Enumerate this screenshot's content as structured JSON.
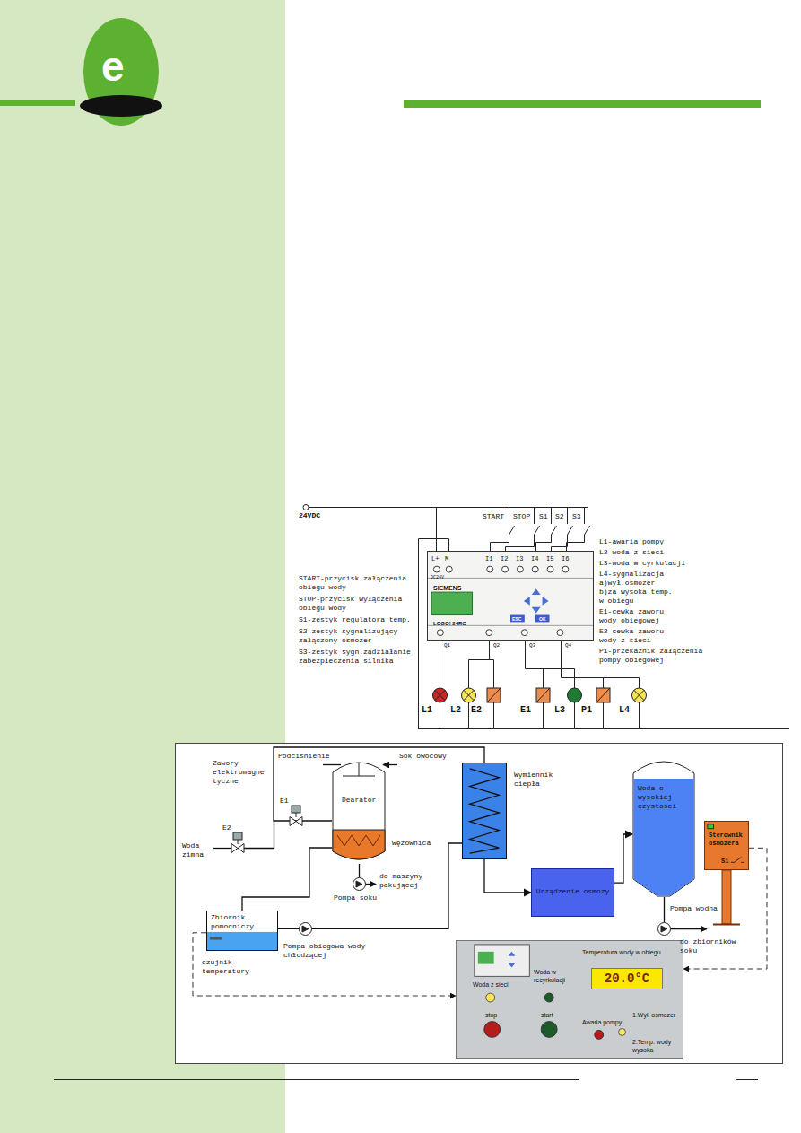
{
  "diagram": {
    "nodes": [
      {
        "text": [
          "SIEMENS",
          "LOGO! 24RC"
        ]
      },
      {
        "text": [
          "Dearator"
        ]
      },
      {
        "text": [
          "Wymiennik ciepła"
        ]
      },
      {
        "text": [
          "Urządzenie osmozy"
        ]
      },
      {
        "text": [
          "Woda o wysokiej czystości"
        ]
      },
      {
        "text": [
          "Sterownik osmozera",
          "S1"
        ]
      },
      {
        "text": [
          "Zbiornik pomocniczy"
        ]
      },
      {
        "text": [
          "Temperatura wody w obiegu",
          "Woda z sieci",
          "Woda w recyrkulacji",
          "Awaria pompy",
          "1.Wył. osmozer",
          "2.Temp. wody wysoka",
          "stop",
          "start"
        ]
      },
      {
        "text": [
          "20.0°C"
        ],
        "in": 7
      }
    ],
    "edges": [
      {
        "from": 2,
        "to": 3,
        "arrow": "to"
      },
      {
        "from": 3,
        "to": 4,
        "arrow": "to"
      },
      {
        "from": 6,
        "to": 2,
        "arrow": "none"
      },
      {
        "from": 2,
        "to": 1,
        "arrow": "none"
      },
      {
        "from": 1,
        "to": 6,
        "arrow": "none"
      },
      {
        "from": 6,
        "to": 7,
        "arrow": "to"
      },
      {
        "from": 5,
        "to": 7,
        "arrow": "to"
      }
    ],
    "labels": [
      "e",
      "24VDC",
      "START",
      "STOP",
      "S1",
      "S2",
      "S3",
      "L+",
      "M",
      "DC24V",
      "I1",
      "I2",
      "I3",
      "I4",
      "I5",
      "I6",
      "ESC",
      "OK",
      "Q1",
      "Q2",
      "Q3",
      "Q4",
      "L1-awaria pompy",
      "L2-woda z sieci",
      "L3-woda w cyrkulacji",
      "L4-sygnalizacja a)wył.osmozer b)za wysoka temp. w obiegu",
      "E1-cewka zaworu wody obiegowej",
      "E2-cewka zaworu wody z sieci",
      "P1-przekaźnik załączenia pompy obiegowej",
      "START-przycisk załączenia obiegu wody",
      "STOP-przycisk wyłączenia obiegu wody",
      "S1-zestyk regulatora temp.",
      "S2-zestyk sygnalizujący załączony osmozer",
      "S3-zestyk sygn.zadziałanie zabezpieczenia silnika",
      "L1",
      "L2",
      "E2",
      "E1",
      "L3",
      "P1",
      "L4",
      "Zawory elektromagnetyczne",
      "E2",
      "E1",
      "Woda zimna",
      "Podciśnienie",
      "Sok owocowy",
      "wężownica",
      "Pompa soku",
      "do maszyny pakującej",
      "czujnik temperatury",
      "Pompa obiegowa wody chłodzącej",
      "Pompa wodna",
      "do zbiorników soku"
    ]
  }
}
